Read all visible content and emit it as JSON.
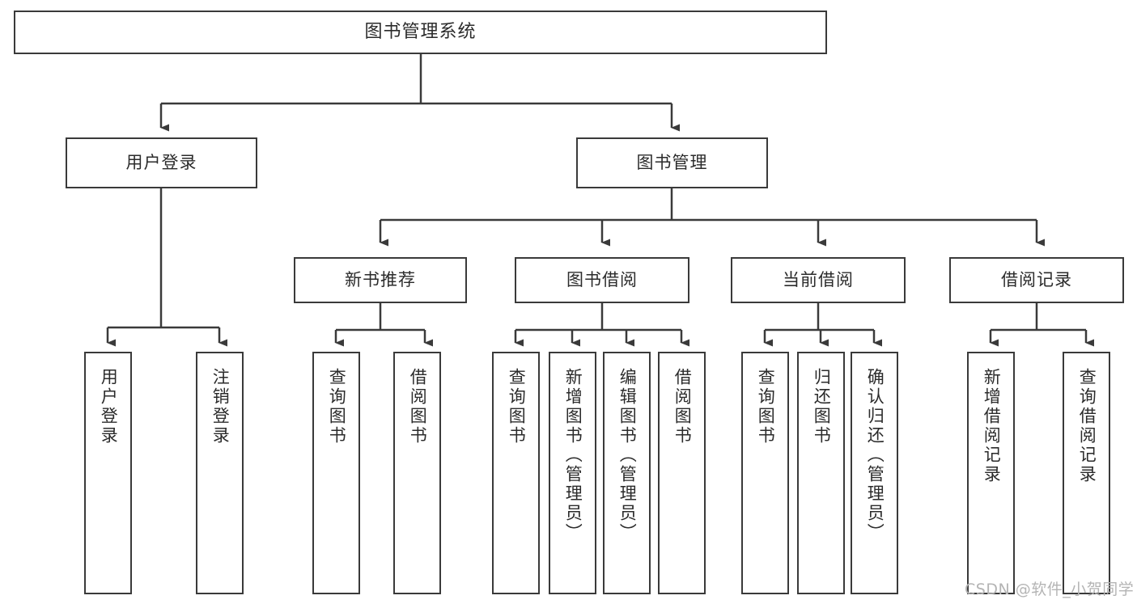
{
  "diagram": {
    "title": "图书管理系统",
    "type": "hierarchy-tree",
    "watermark": "CSDN @软件_小贺同学",
    "colors": {
      "stroke": "#3a3a3a",
      "text": "#2b2b2b",
      "background": "#ffffff",
      "watermark": "#b4b4b4"
    }
  },
  "nodes": {
    "root": {
      "label": "图书管理系统"
    },
    "level2": [
      {
        "label": "用户登录"
      },
      {
        "label": "图书管理"
      }
    ],
    "level3": [
      {
        "label": "新书推荐"
      },
      {
        "label": "图书借阅"
      },
      {
        "label": "当前借阅"
      },
      {
        "label": "借阅记录"
      }
    ],
    "leaves": {
      "user_login": [
        {
          "label": "用户登录"
        },
        {
          "label": "注销登录"
        }
      ],
      "new_book": [
        {
          "label": "查询图书"
        },
        {
          "label": "借阅图书"
        }
      ],
      "book_borrow": [
        {
          "label": "查询图书"
        },
        {
          "label": "新增图书（管理员）"
        },
        {
          "label": "编辑图书（管理员）"
        },
        {
          "label": "借阅图书"
        }
      ],
      "current_borrow": [
        {
          "label": "查询图书"
        },
        {
          "label": "归还图书"
        },
        {
          "label": "确认归还（管理员）"
        }
      ],
      "borrow_record": [
        {
          "label": "新增借阅记录"
        },
        {
          "label": "查询借阅记录"
        }
      ]
    }
  }
}
